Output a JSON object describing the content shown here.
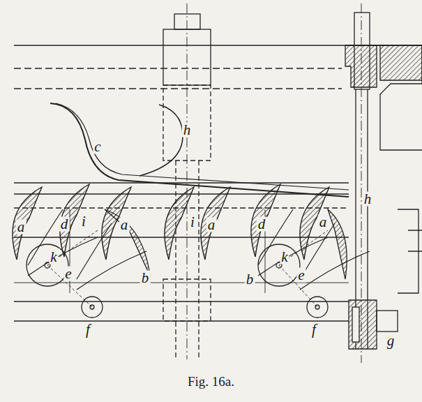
{
  "diagram": {
    "caption": "Fig. 16a.",
    "labels": [
      "c",
      "h",
      "a",
      "d",
      "i",
      "a",
      "i",
      "a",
      "d",
      "a",
      "h",
      "k",
      "k",
      "e",
      "e",
      "b",
      "b",
      "f",
      "f",
      "g"
    ]
  }
}
